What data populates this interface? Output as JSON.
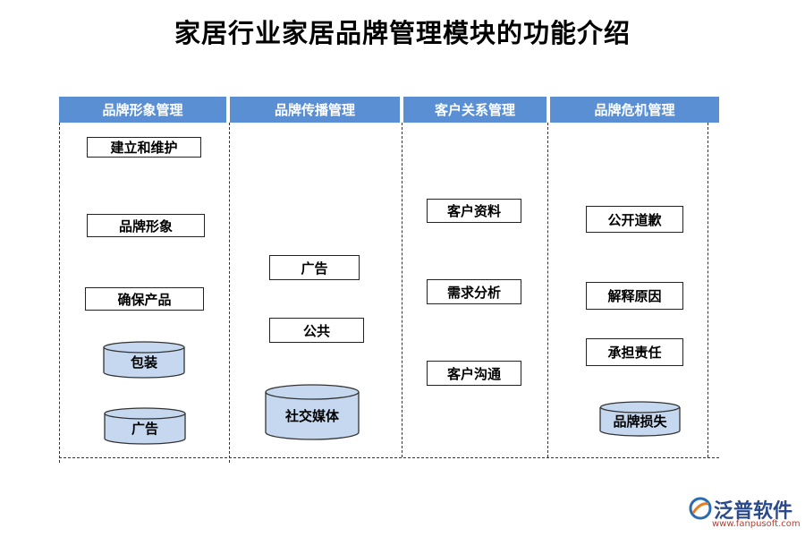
{
  "title": "家居行业家居品牌管理模块的功能介绍",
  "columns": [
    {
      "header": "品牌形象管理",
      "items": [
        "建立和维护",
        "品牌形象",
        "确保产品",
        "包装",
        "广告"
      ]
    },
    {
      "header": "品牌传播管理",
      "items": [
        "广告",
        "公共",
        "社交媒体"
      ]
    },
    {
      "header": "客户关系管理",
      "items": [
        "客户资料",
        "需求分析",
        "客户沟通"
      ]
    },
    {
      "header": "品牌危机管理",
      "items": [
        "公开道歉",
        "解释原因",
        "承担责任",
        "品牌损失"
      ]
    }
  ],
  "logo": {
    "brand": "泛普软件",
    "url": "www.fanpusoft.com"
  },
  "colors": {
    "header": "#5b8fd4",
    "cylinder": "#c5d8ef"
  }
}
